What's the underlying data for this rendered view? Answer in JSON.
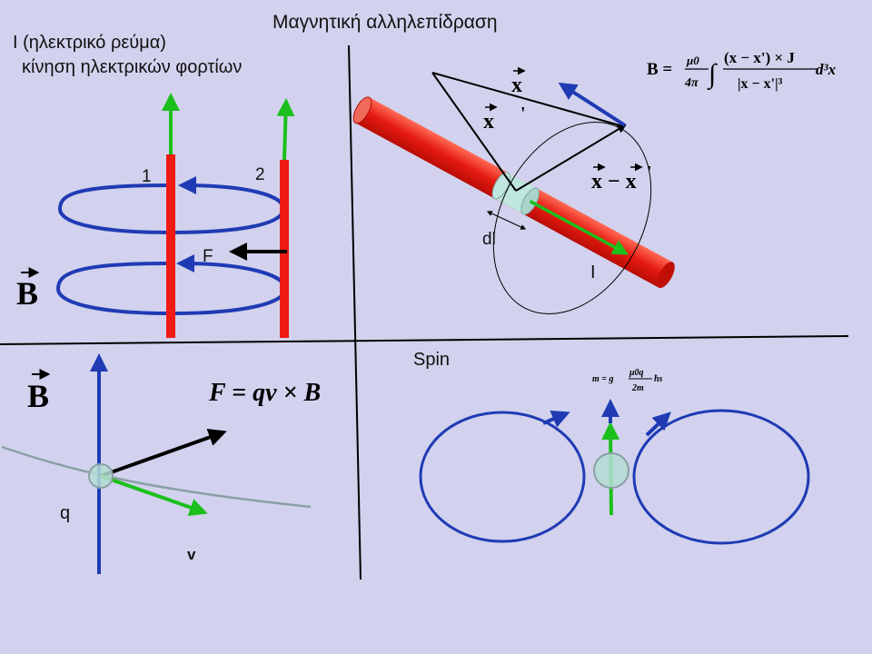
{
  "title": "Μαγνητική αλληλεπίδραση",
  "current_label": "I (ηλεκτρικό ρεύμα)",
  "charge_motion_label": "κίνηση ηλεκτρικών φορτίων",
  "wire1_label": "1",
  "wire2_label": "2",
  "force_label": "F",
  "b_symbol": "B",
  "dl_label": "dl",
  "loop_current_label": "I",
  "x_label": "x",
  "x_prime_label": "x",
  "prime_mark": "'",
  "x_minus_xp_label": "x − x",
  "spin_label": "Spin",
  "charge_label": "q",
  "velocity_label": "v",
  "lorentz_formula": "F = qv × B",
  "biot_savart_formula": {
    "lhs": "B =",
    "coef_num": "μ0",
    "coef_den": "4π",
    "integrand_num": "(x − x') × J",
    "integrand_den": "|x − x'|³",
    "tail": "d³x"
  },
  "moment_formula": {
    "lhs": "m = g",
    "num": "μ0q",
    "den": "2m",
    "tail": "ħs"
  },
  "colors": {
    "background": "#d2d2ee",
    "wire_red": "#ee1b13",
    "field_blue": "#1f3bb4",
    "current_green": "#1cbf1c",
    "force_black": "#000000",
    "trajectory_gray": "#8aa0a3",
    "charge_fill": "#b5ddd3"
  }
}
